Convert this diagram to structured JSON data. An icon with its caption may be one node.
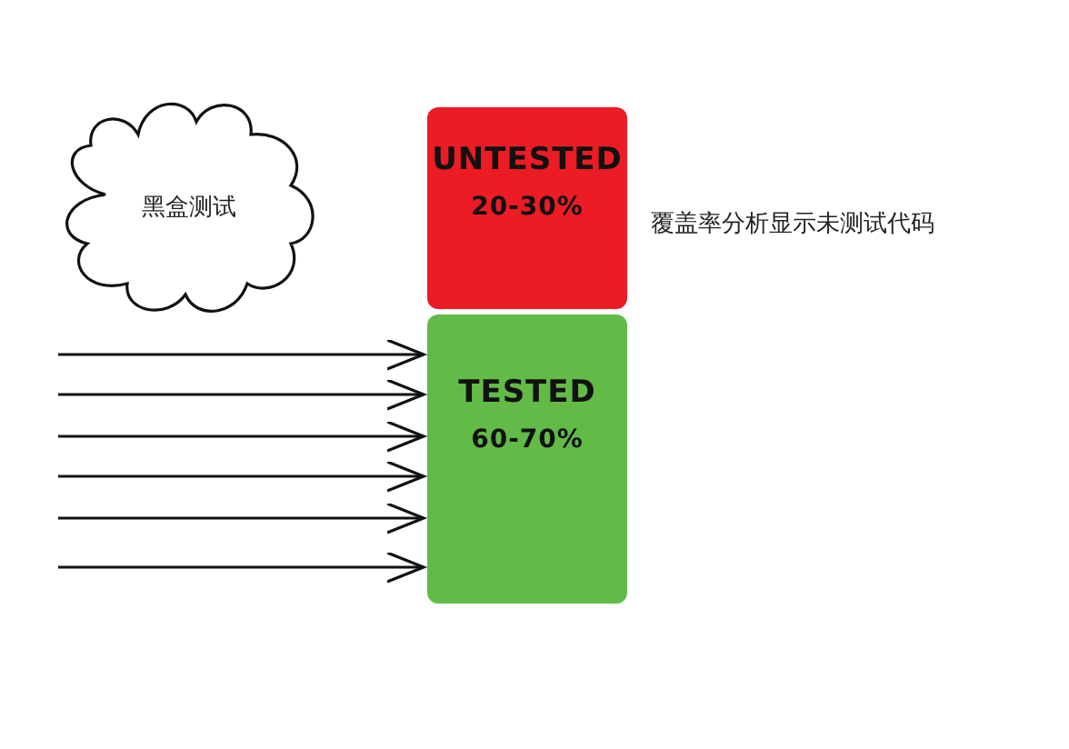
{
  "diagram": {
    "nodes": [
      {
        "text": [
          "黑盒测试"
        ]
      },
      {
        "text": [
          "UNTESTED",
          "20-30%"
        ],
        "beside": [
          "覆盖率分析显示未测试代码"
        ]
      },
      {
        "text": [
          "TESTED",
          "60-70%"
        ]
      }
    ],
    "edges": [
      {
        "from": null,
        "to": 2,
        "arrow": "to"
      },
      {
        "from": null,
        "to": 2,
        "arrow": "to"
      },
      {
        "from": null,
        "to": 2,
        "arrow": "to"
      },
      {
        "from": null,
        "to": 2,
        "arrow": "to"
      },
      {
        "from": null,
        "to": 2,
        "arrow": "to"
      },
      {
        "from": null,
        "to": 2,
        "arrow": "to"
      }
    ]
  }
}
